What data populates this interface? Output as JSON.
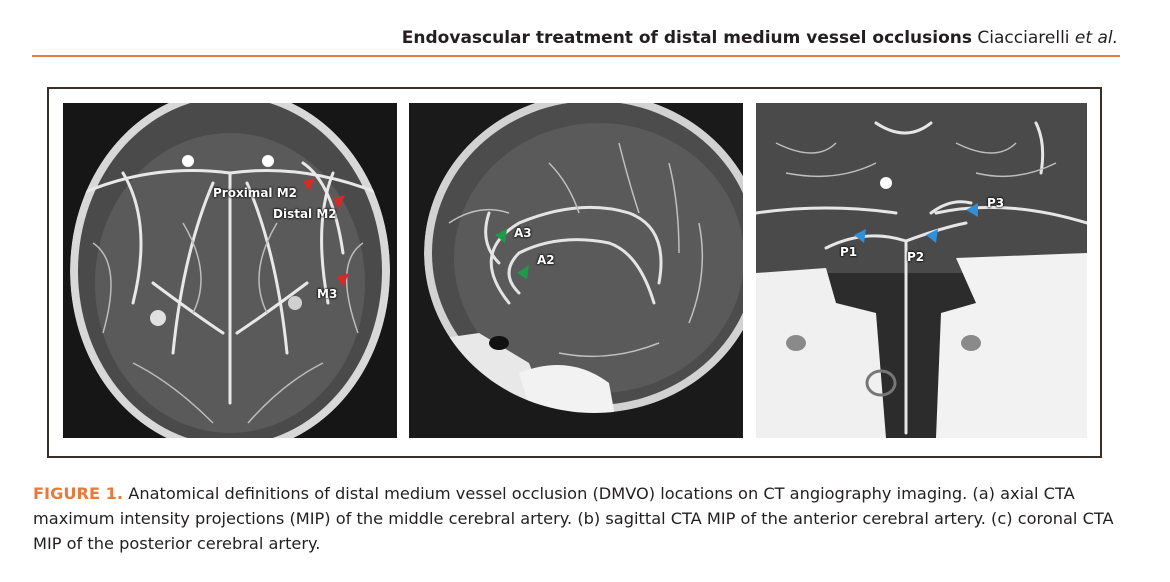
{
  "header": {
    "title": "Endovascular treatment of distal medium vessel occlusions",
    "authors": "Ciacciarelli",
    "authors_suffix": "et al."
  },
  "figure": {
    "panels": [
      {
        "id": "a",
        "labels": [
          "Proximal M2",
          "Distal M2",
          "M3"
        ],
        "arrow_color": "#d42a2a"
      },
      {
        "id": "b",
        "labels": [
          "A3",
          "A2"
        ],
        "arrow_color": "#1f9a4a"
      },
      {
        "id": "c",
        "labels": [
          "P3",
          "P1",
          "P2"
        ],
        "arrow_color": "#2f8fd8"
      }
    ]
  },
  "caption": {
    "label": "FIGURE 1.",
    "text": " Anatomical definitions of distal medium vessel occlusion (DMVO) locations on CT angiography imaging. (a) axial CTA maximum intensity projections (MIP) of the middle cerebral artery. (b) sagittal CTA MIP of the anterior cerebral artery. (c) coronal CTA MIP of the posterior cerebral artery."
  },
  "colors": {
    "accent": "#e97a3c",
    "text": "#231f20"
  }
}
